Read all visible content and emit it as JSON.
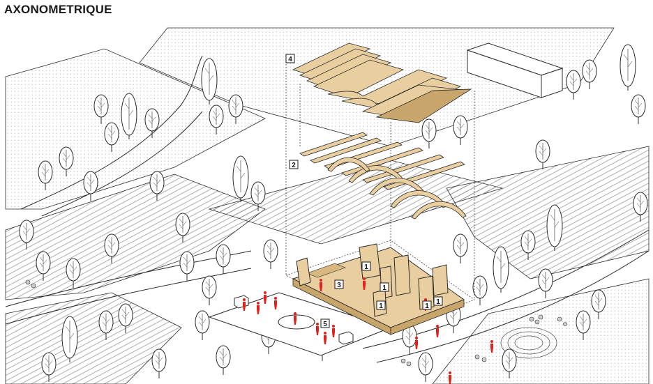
{
  "title": "AXONOMETRIQUE",
  "labels": {
    "roof_top": "4",
    "roof_frame": "2",
    "platform_area": "3",
    "event_area": "5",
    "pavilion": "1"
  },
  "colors": {
    "wood": "#e9cf9f",
    "wood_dark": "#c8a56b",
    "line": "#2b2b2b",
    "people": "#e3211c",
    "field_hatch": "#9a9a9a"
  }
}
